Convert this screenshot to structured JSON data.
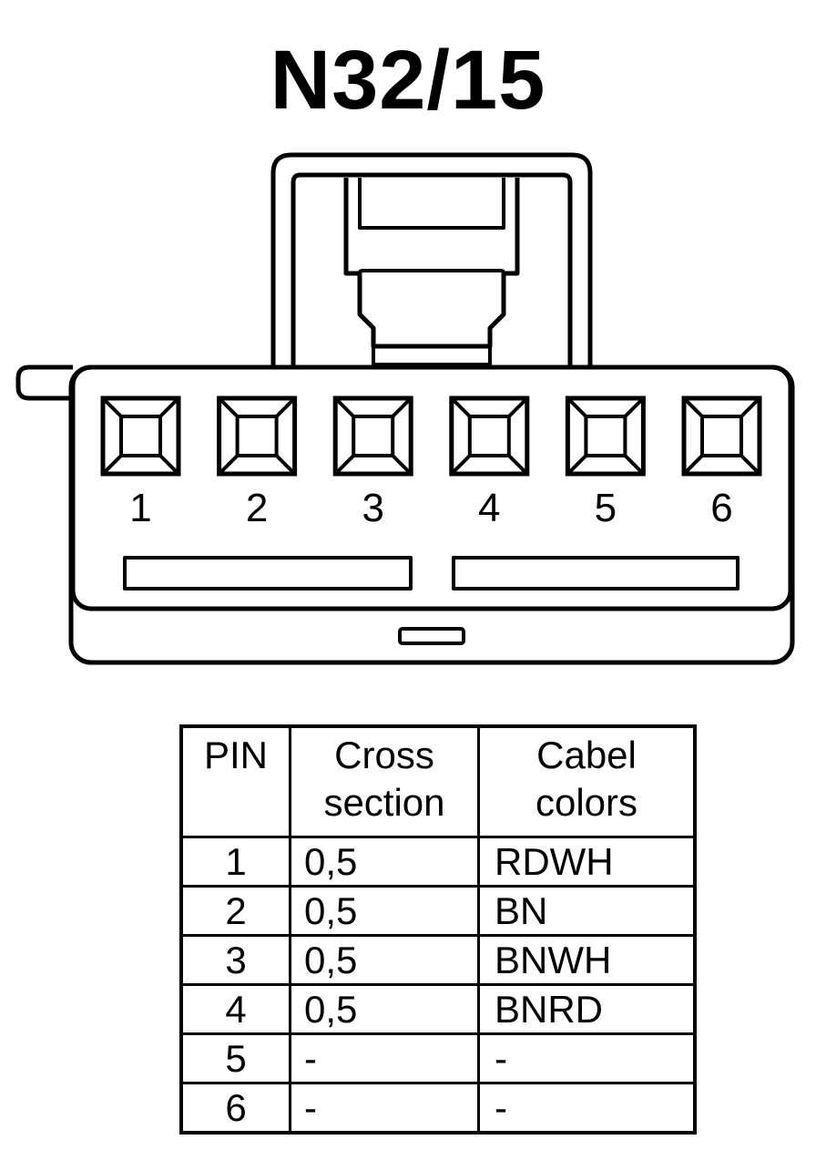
{
  "title": "N32/15",
  "pins": [
    "1",
    "2",
    "3",
    "4",
    "5",
    "6"
  ],
  "table": {
    "headers": {
      "pin": "PIN",
      "cross_line1": "Cross",
      "cross_line2": "section",
      "color_line1": "Cabel",
      "color_line2": "colors"
    },
    "rows": [
      {
        "pin": "1",
        "cross": "0,5",
        "color": "RDWH"
      },
      {
        "pin": "2",
        "cross": "0,5",
        "color": "BN"
      },
      {
        "pin": "3",
        "cross": "0,5",
        "color": "BNWH"
      },
      {
        "pin": "4",
        "cross": "0,5",
        "color": "BNRD"
      },
      {
        "pin": "5",
        "cross": "-",
        "color": "-"
      },
      {
        "pin": "6",
        "cross": "-",
        "color": "-"
      }
    ]
  }
}
